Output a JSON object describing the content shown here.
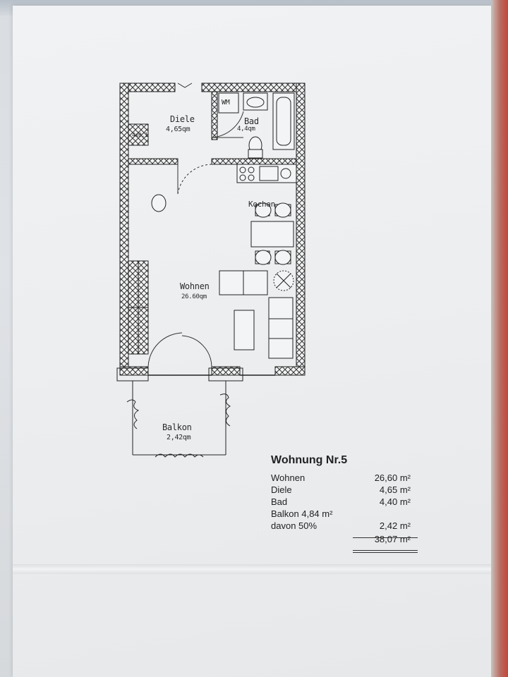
{
  "plan": {
    "rooms": [
      {
        "id": "diele",
        "name": "Diele",
        "area": "4,65qm"
      },
      {
        "id": "bad",
        "name": "Bad",
        "area": "4,4qm"
      },
      {
        "id": "kochen",
        "name": "Kochen",
        "area": ""
      },
      {
        "id": "wohnen",
        "name": "Wohnen",
        "area": "26.60qm"
      },
      {
        "id": "balkon",
        "name": "Balkon",
        "area": "2,42qm"
      }
    ],
    "labels": {
      "wm": "WM",
      "closet": "4x0,1"
    }
  },
  "summary": {
    "title": "Wohnung Nr.5",
    "rows": [
      {
        "label": "Wohnen",
        "value": "26,60 m²"
      },
      {
        "label": "Diele",
        "value": "4,65 m²"
      },
      {
        "label": "Bad",
        "value": "4,40 m²"
      },
      {
        "label": "Balkon 4,84 m²",
        "value": ""
      },
      {
        "label": "davon 50%",
        "value": "2,42 m²"
      }
    ],
    "total": "38,07 m²"
  },
  "colors": {
    "ink": "#2b2b2b",
    "paper": "#eef0f2",
    "edge": "#c4453a"
  }
}
